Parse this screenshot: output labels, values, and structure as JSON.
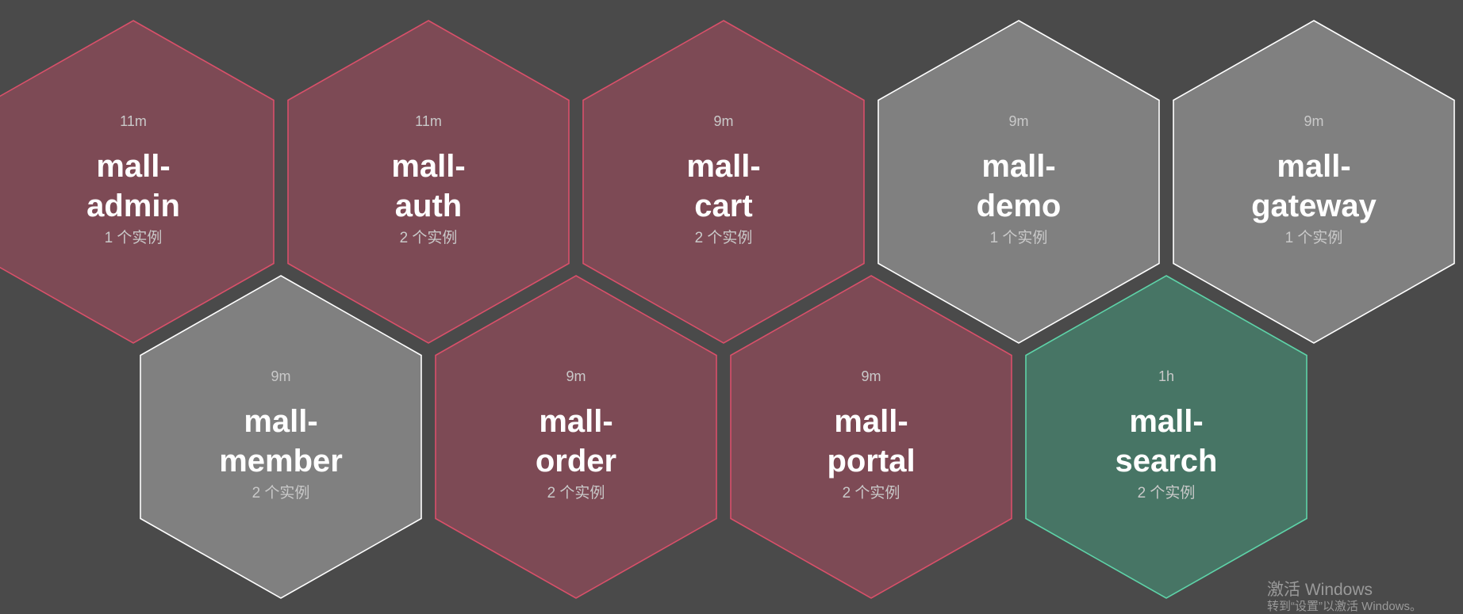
{
  "colors": {
    "background": "#4a4a4a",
    "error": {
      "fill": "#7d4a55",
      "stroke": "#d9506a"
    },
    "unknown": {
      "fill": "#808080",
      "stroke": "#ffffff"
    },
    "healthy": {
      "fill": "#477565",
      "stroke": "#5ed3a8"
    }
  },
  "services": [
    {
      "age": "11m",
      "name_line1": "mall-",
      "name_line2": "admin",
      "instances": "1 个实例",
      "status": "error"
    },
    {
      "age": "11m",
      "name_line1": "mall-",
      "name_line2": "auth",
      "instances": "2 个实例",
      "status": "error"
    },
    {
      "age": "9m",
      "name_line1": "mall-",
      "name_line2": "cart",
      "instances": "2 个实例",
      "status": "error"
    },
    {
      "age": "9m",
      "name_line1": "mall-",
      "name_line2": "demo",
      "instances": "1 个实例",
      "status": "unknown"
    },
    {
      "age": "9m",
      "name_line1": "mall-",
      "name_line2": "gateway",
      "instances": "1 个实例",
      "status": "unknown"
    },
    {
      "age": "9m",
      "name_line1": "mall-",
      "name_line2": "member",
      "instances": "2 个实例",
      "status": "unknown"
    },
    {
      "age": "9m",
      "name_line1": "mall-",
      "name_line2": "order",
      "instances": "2 个实例",
      "status": "error"
    },
    {
      "age": "9m",
      "name_line1": "mall-",
      "name_line2": "portal",
      "instances": "2 个实例",
      "status": "error"
    },
    {
      "age": "1h",
      "name_line1": "mall-",
      "name_line2": "search",
      "instances": "2 个实例",
      "status": "healthy"
    }
  ],
  "watermark": {
    "title": "激活 Windows",
    "subtitle": "转到“设置”以激活 Windows。"
  }
}
